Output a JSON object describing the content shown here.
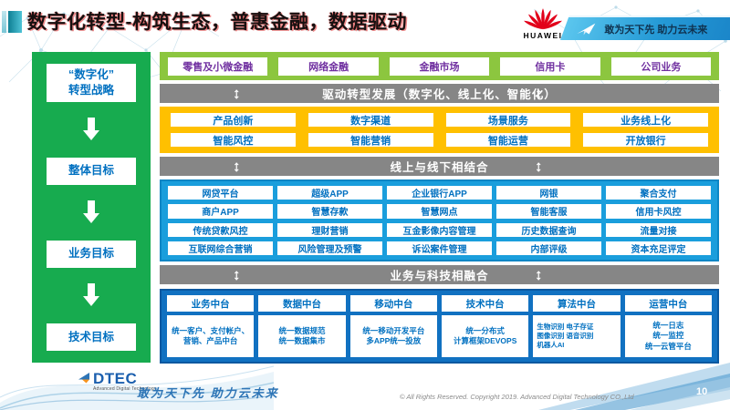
{
  "title": "数字化转型-构筑生态，普惠金融，数据驱动",
  "page_number": "10",
  "header": {
    "huawei_wordmark": "HUAWEI",
    "banner_slogan": "敢为天下先 助力云未来"
  },
  "icons": {
    "updown_arrow": "↕"
  },
  "sidebar": {
    "items": [
      "“数字化”\n转型战略",
      "整体目标",
      "业务目标",
      "技术目标"
    ]
  },
  "business_row": [
    "零售及小微金融",
    "网络金融",
    "金融市场",
    "信用卡",
    "公司业务"
  ],
  "banners": {
    "drive": "驱动转型发展（数字化、线上化、智能化）",
    "online_offline": "线上与线下相结合",
    "tech_fusion": "业务与科技相融合"
  },
  "transform_grid": [
    [
      "产品创新",
      "数字渠道",
      "场景服务",
      "业务线上化"
    ],
    [
      "智能风控",
      "智能营销",
      "智能运营",
      "开放银行"
    ]
  ],
  "online_grid": [
    [
      "网贷平台",
      "超级APP",
      "企业银行APP",
      "网银",
      "聚合支付"
    ],
    [
      "商户APP",
      "智慧存款",
      "智慧网点",
      "智能客服",
      "信用卡风控"
    ],
    [
      "传统贷款风控",
      "理财营销",
      "互金影像内容管理",
      "历史数据查询",
      "流量对接"
    ],
    [
      "互联网综合营销",
      "风险管理及预警",
      "诉讼案件管理",
      "内部评级",
      "资本充足评定"
    ]
  ],
  "platforms": [
    {
      "title": "业务中台",
      "desc": "统一客户、支付帐户、营销、产品中台"
    },
    {
      "title": "数据中台",
      "desc": "统一数据规范\n统一数据集市"
    },
    {
      "title": "移动中台",
      "desc": "统一移动开发平台\n多APP统一投放"
    },
    {
      "title": "技术中台",
      "desc": "统一分布式\n计算框架DEVOPS"
    },
    {
      "title": "算法中台",
      "desc": "生物识别 电子存证\n图像识别 语音识别\n机器人AI"
    },
    {
      "title": "运营中台",
      "desc": "统一日志\n统一监控\n统一云管平台"
    }
  ],
  "footer": {
    "logo_text": "DTEC",
    "logo_subtext": "Advanced Digital Technology",
    "slogan": "敢为天下先  助力云未来",
    "copyright": "© All Rights Reserved. Copyright 2019. Advanced Digital Technology CO.,Ltd"
  },
  "colors": {
    "sidebar_green": "#17AB4F",
    "band_green": "#8CC63F",
    "banner_gray": "#868686",
    "band_yellow": "#FFC000",
    "band_blue_light": "#1A9EDC",
    "band_blue_dark": "#1171C1",
    "text_blue": "#0070C0",
    "text_purple": "#7030A0",
    "huawei_red": "#E2001A"
  }
}
